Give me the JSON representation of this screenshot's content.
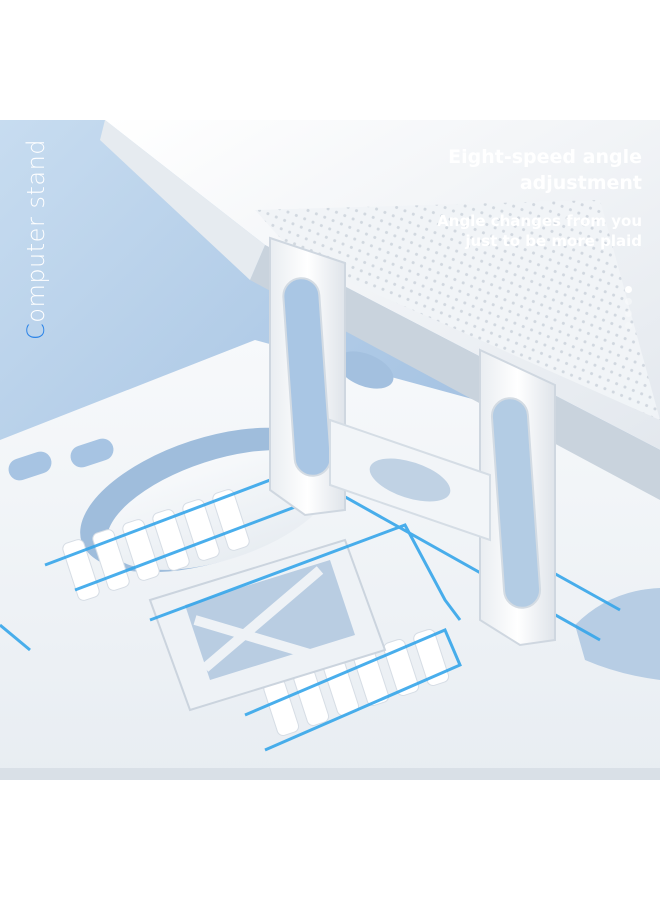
{
  "side_label": {
    "first_letter": "C",
    "rest": "omputer stand"
  },
  "headline": "Eight-speed angle adjustment",
  "subline": "Angle changes from you just to be more plaid",
  "pager": {
    "count": 4,
    "active_index": 0,
    "colors": {
      "active": "#ffffff",
      "inactive": "#ffffff",
      "inactive_opacity": 0.5
    }
  },
  "colors": {
    "background": "#a9c6e4",
    "product": "#f4f6f8",
    "accent_lines": "#36a6ea",
    "brand_letter": "#2c84e8"
  }
}
